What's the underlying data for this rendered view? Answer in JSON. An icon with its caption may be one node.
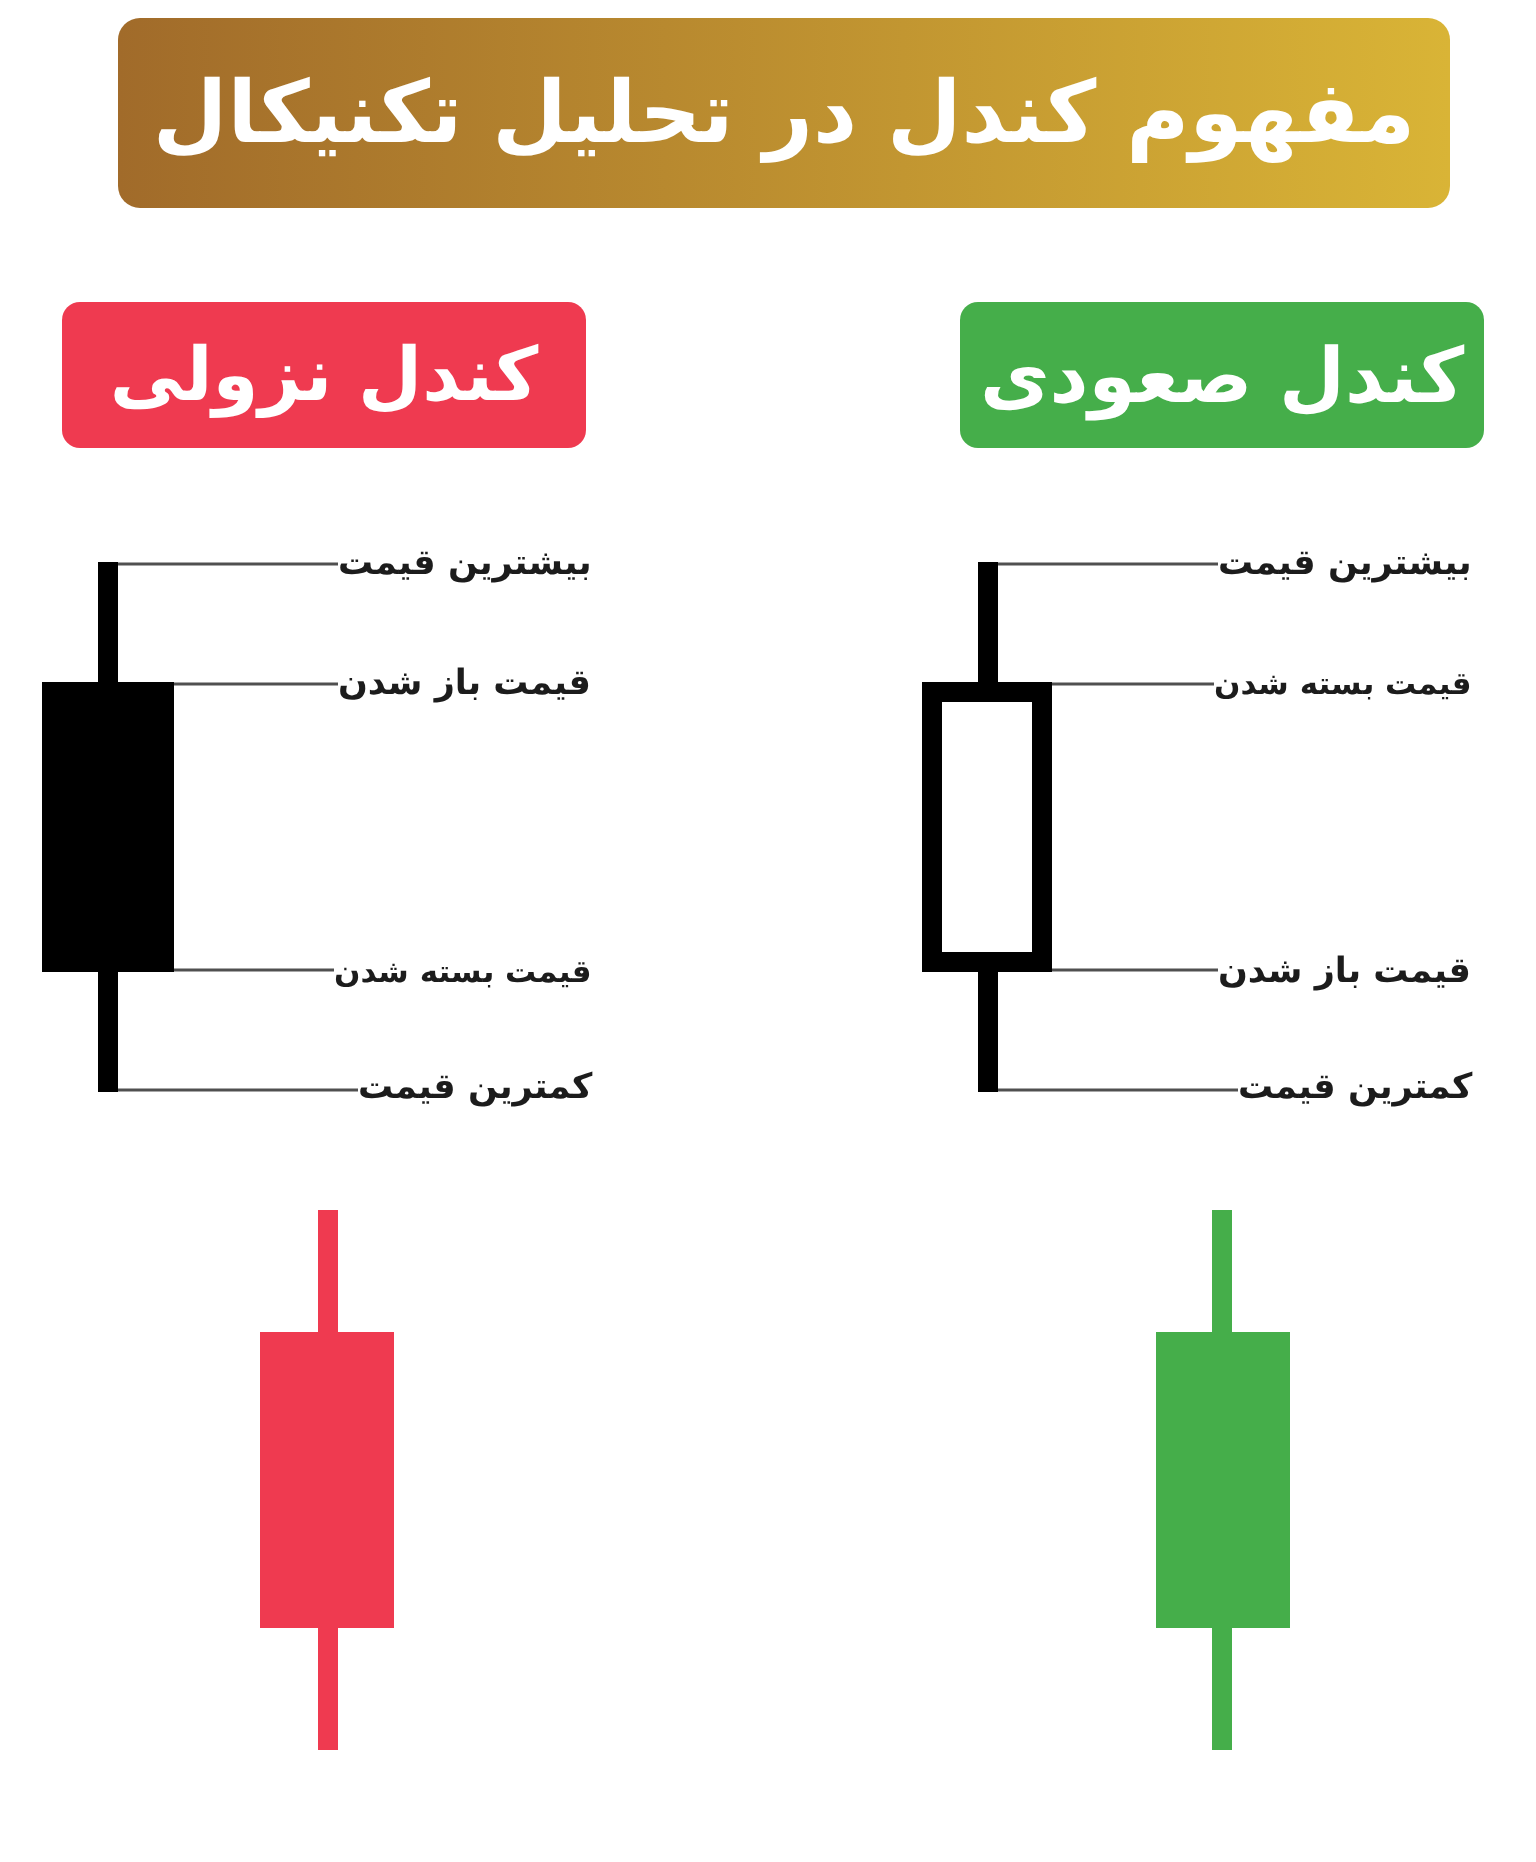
{
  "diagram": {
    "title": "مفهوم کندل در تحلیل تکنیکال",
    "nodes": [
      {
        "text": [
          "کندل صعودی"
        ]
      },
      {
        "text": [
          "بیشترین قیمت"
        ]
      },
      {
        "text": [
          "قیمت بسته شدن"
        ]
      },
      {
        "text": [
          "قیمت باز شدن"
        ]
      },
      {
        "text": [
          "کمترین قیمت"
        ]
      },
      {
        "text": [],
        "shape": "bar"
      },
      {
        "text": [],
        "shape": "box"
      },
      {
        "text": [],
        "shape": "bar"
      },
      {
        "text": [
          "کندل نزولی"
        ]
      },
      {
        "text": [
          "بیشترین قیمت"
        ]
      },
      {
        "text": [
          "قیمت باز شدن"
        ]
      },
      {
        "text": [
          "قیمت بسته شدن"
        ]
      },
      {
        "text": [
          "کمترین قیمت"
        ]
      },
      {
        "text": [],
        "shape": "bar"
      },
      {
        "text": [],
        "shape": "box"
      },
      {
        "text": [],
        "shape": "bar"
      }
    ],
    "edges": [
      {
        "from": 1,
        "to": 5,
        "arrow": "none"
      },
      {
        "from": 2,
        "to": 6,
        "arrow": "none"
      },
      {
        "from": 3,
        "to": 6,
        "arrow": "none"
      },
      {
        "from": 4,
        "to": 7,
        "arrow": "none"
      },
      {
        "from": 9,
        "to": 13,
        "arrow": "none"
      },
      {
        "from": 10,
        "to": 14,
        "arrow": "none"
      },
      {
        "from": 11,
        "to": 14,
        "arrow": "none"
      },
      {
        "from": 12,
        "to": 15,
        "arrow": "none"
      }
    ]
  }
}
